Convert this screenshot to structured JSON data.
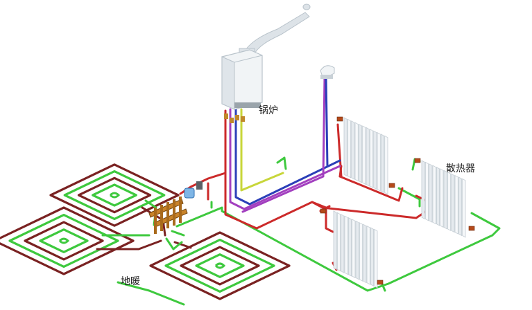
{
  "labels": {
    "boiler": "锅炉",
    "radiator": "散热器",
    "floor_heating": "地暖"
  },
  "colors": {
    "supply": "#cc2a2a",
    "return": "#3ec93e",
    "floor_loop": "#7a2222",
    "gas": "#2b3fb8",
    "cold_water": "#a23fbf",
    "hot_water": "#c8d63a",
    "appliance_body": "#f1f4f6",
    "appliance_edge": "#b9c3cb",
    "flue": "#dde3e8"
  },
  "icons": {
    "boiler": "wall-boiler-icon",
    "radiator": "radiator-icon",
    "manifold": "manifold-icon",
    "thermostat": "thermostat-icon",
    "pump": "pump-icon"
  }
}
